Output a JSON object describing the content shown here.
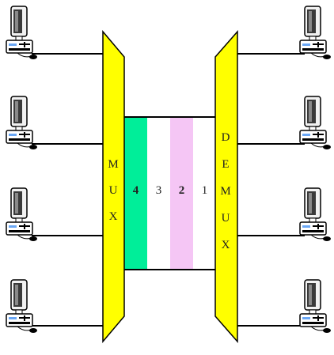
{
  "colors": {
    "device": "#ffff00",
    "device_stroke": "#000000",
    "link": "#000000",
    "slot_fills": [
      "#00ee99",
      "#ffffff",
      "#f5c6f5",
      "#ffffff"
    ],
    "monitor_body": "#f2f2f2",
    "keyboard_accent": "#6aa7f5"
  },
  "mux": {
    "letters": [
      "M",
      "U",
      "X"
    ]
  },
  "demux": {
    "letters": [
      "D",
      "E",
      "M",
      "U",
      "X"
    ]
  },
  "slots": [
    {
      "label": "4",
      "bold": true
    },
    {
      "label": "3",
      "bold": false
    },
    {
      "label": "2",
      "bold": true
    },
    {
      "label": "1",
      "bold": false
    }
  ],
  "left_computers": 4,
  "right_computers": 4,
  "icons": {
    "computer": "desktop-computer-icon",
    "mux": "multiplexer-icon",
    "demux": "demultiplexer-icon"
  }
}
